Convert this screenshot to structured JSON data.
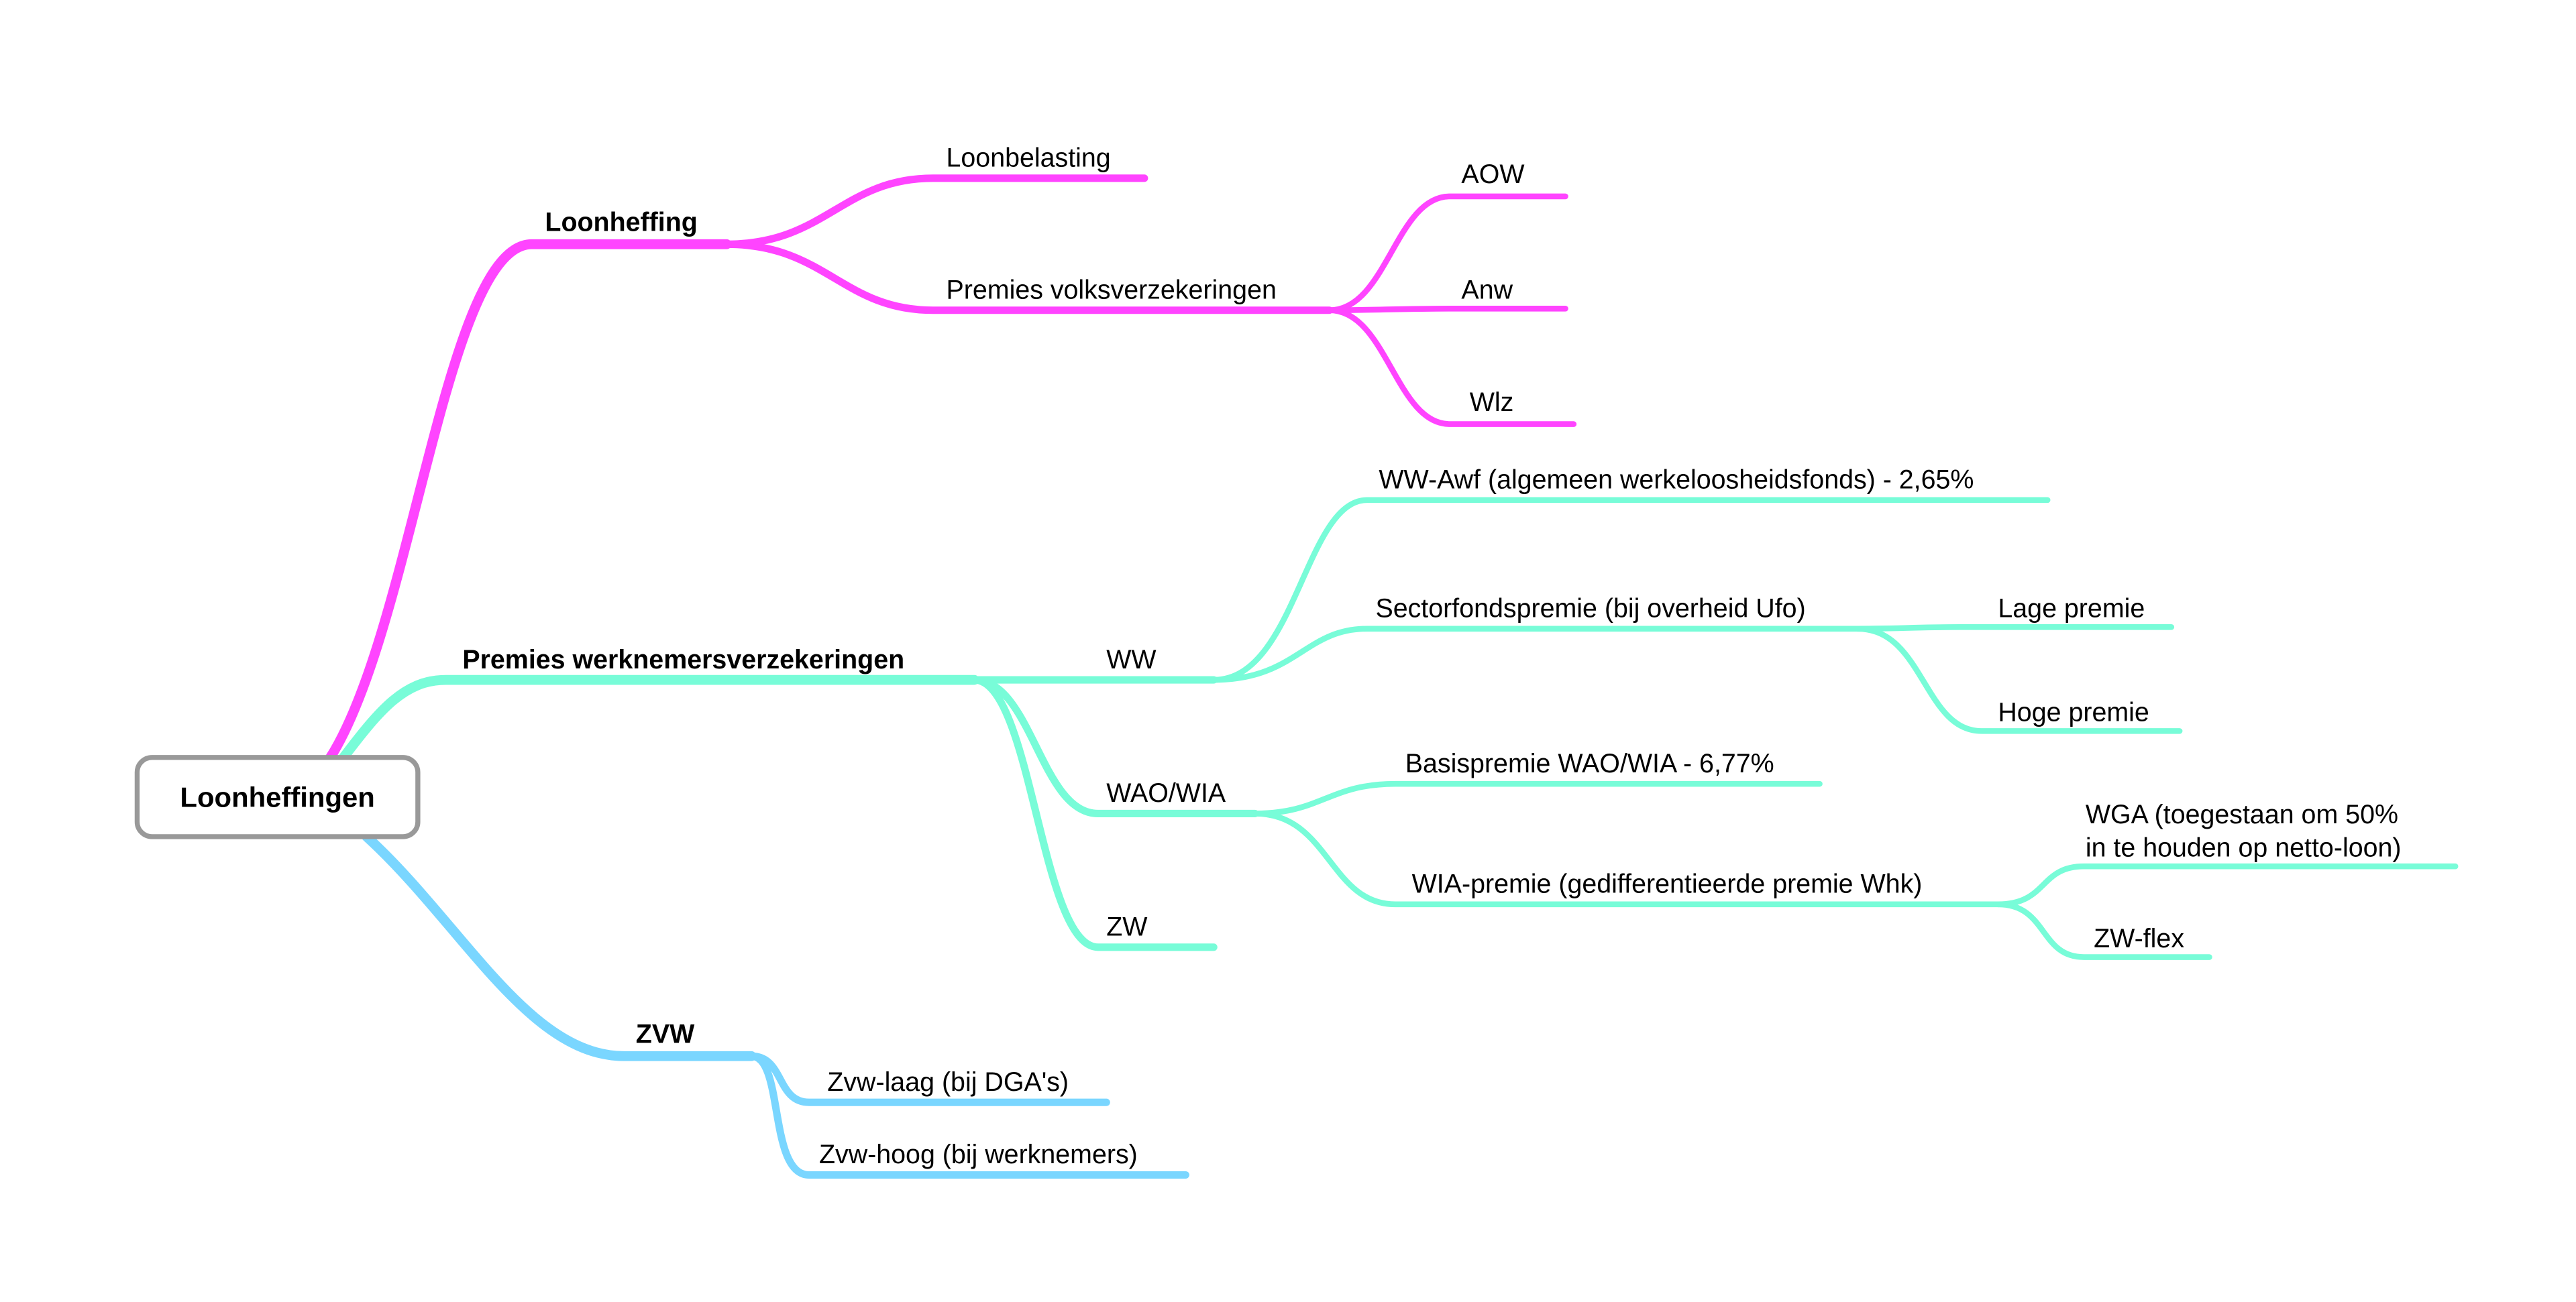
{
  "colors": {
    "magenta": "#FF44FF",
    "cyan": "#78FCD8",
    "blue": "#7AD6FF",
    "root_border": "#999999"
  },
  "root": {
    "label": "Loonheffingen"
  },
  "loonheffing": {
    "label": "Loonheffing",
    "children": {
      "loonbelasting": "Loonbelasting",
      "volks": {
        "label": "Premies volksverzekeringen",
        "children": [
          "AOW",
          "Anw",
          "Wlz"
        ]
      }
    }
  },
  "werknemers": {
    "label": "Premies werknemersverzekeringen",
    "ww": {
      "label": "WW",
      "awf": "WW-Awf (algemeen werkeloosheidsfonds) - 2,65%",
      "sector": {
        "label": "Sectorfondspremie (bij overheid Ufo)",
        "children": [
          "Lage premie",
          "Hoge premie"
        ]
      }
    },
    "wao": {
      "label": "WAO/WIA",
      "basis": "Basispremie WAO/WIA - 6,77%",
      "wia": {
        "label": "WIA-premie (gedifferentieerde premie Whk)",
        "wga_line1": "WGA (toegestaan om 50%",
        "wga_line2": "in te houden op netto-loon)",
        "zwflex": "ZW-flex"
      }
    },
    "zw": {
      "label": "ZW"
    }
  },
  "zvw": {
    "label": "ZVW",
    "children": [
      "Zvw-laag (bij DGA's)",
      "Zvw-hoog (bij werknemers)"
    ]
  }
}
